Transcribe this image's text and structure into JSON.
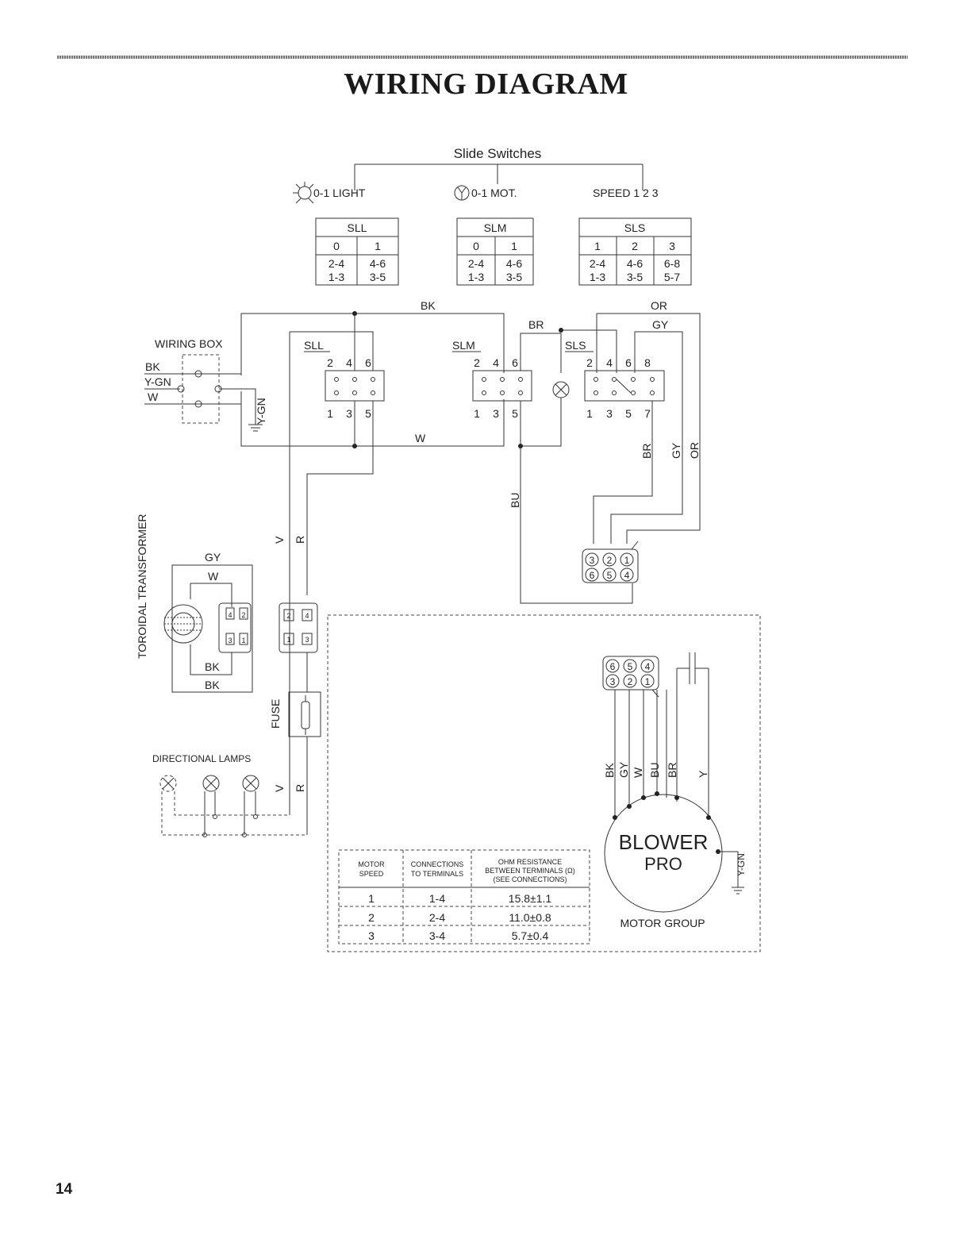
{
  "page": {
    "title": "WIRING DIAGRAM",
    "page_number": "14"
  },
  "switches": {
    "heading": "Slide Switches",
    "light_label": "0-1 LIGHT",
    "motor_label": "0-1 MOT.",
    "speed_label": "SPEED 1 2 3",
    "tables": [
      {
        "name": "SLL",
        "headers": [
          "0",
          "1"
        ],
        "rows": [
          [
            "2-4",
            "4-6"
          ],
          [
            "1-3",
            "3-5"
          ]
        ]
      },
      {
        "name": "SLM",
        "headers": [
          "0",
          "1"
        ],
        "rows": [
          [
            "2-4",
            "4-6"
          ],
          [
            "1-3",
            "3-5"
          ]
        ]
      },
      {
        "name": "SLS",
        "headers": [
          "1",
          "2",
          "3"
        ],
        "rows": [
          [
            "2-4",
            "4-6",
            "6-8"
          ],
          [
            "1-3",
            "3-5",
            "5-7"
          ]
        ]
      }
    ]
  },
  "wiring_box": {
    "label": "WIRING BOX",
    "wires": [
      "BK",
      "Y-GN",
      "W"
    ],
    "ground": "Y-GN"
  },
  "switch_blocks": [
    {
      "name": "SLL",
      "top": [
        "2",
        "4",
        "6"
      ],
      "bottom": [
        "1",
        "3",
        "5"
      ]
    },
    {
      "name": "SLM",
      "top": [
        "2",
        "4",
        "6"
      ],
      "bottom": [
        "1",
        "3",
        "5"
      ]
    },
    {
      "name": "SLS",
      "top": [
        "2",
        "4",
        "6",
        "8"
      ],
      "bottom": [
        "1",
        "3",
        "5",
        "7"
      ]
    }
  ],
  "wire_labels": {
    "bk": "BK",
    "w": "W",
    "br": "BR",
    "or": "OR",
    "gy": "GY",
    "bu": "BU",
    "br_v": "BR",
    "gy_v": "GY",
    "or_v": "OR",
    "v1": "V",
    "r1": "R",
    "v2": "V",
    "r2": "R"
  },
  "transformer": {
    "label": "TOROIDAL TRANSFORMER",
    "wires": {
      "gy": "GY",
      "w": "W",
      "bk1": "BK",
      "bk2": "BK"
    },
    "connector_pins": [
      "4",
      "2",
      "3",
      "1"
    ],
    "mate_pins": [
      "2",
      "4",
      "1",
      "3"
    ]
  },
  "fuse": {
    "label": "FUSE"
  },
  "lamps": {
    "label": "DIRECTIONAL LAMPS"
  },
  "connectors": {
    "upper": [
      "3",
      "2",
      "1",
      "6",
      "5",
      "4"
    ],
    "motor": [
      "6",
      "5",
      "4",
      "3",
      "2",
      "1"
    ]
  },
  "motor": {
    "name_line1": "BLOWER",
    "name_line2": "PRO",
    "group_label": "MOTOR GROUP",
    "wires": [
      "BK",
      "GY",
      "W",
      "BU",
      "BR",
      "Y"
    ],
    "ground": "Y-GN"
  },
  "resistance_table": {
    "headers": [
      "MOTOR SPEED",
      "CONNECTIONS TO TERMINALS",
      "OHM RESISTANCE BETWEEN TERMINALS (Ω) (SEE CONNECTIONS)"
    ],
    "rows": [
      [
        "1",
        "1-4",
        "15.8±1.1"
      ],
      [
        "2",
        "2-4",
        "11.0±0.8"
      ],
      [
        "3",
        "3-4",
        "5.7±0.4"
      ]
    ]
  }
}
